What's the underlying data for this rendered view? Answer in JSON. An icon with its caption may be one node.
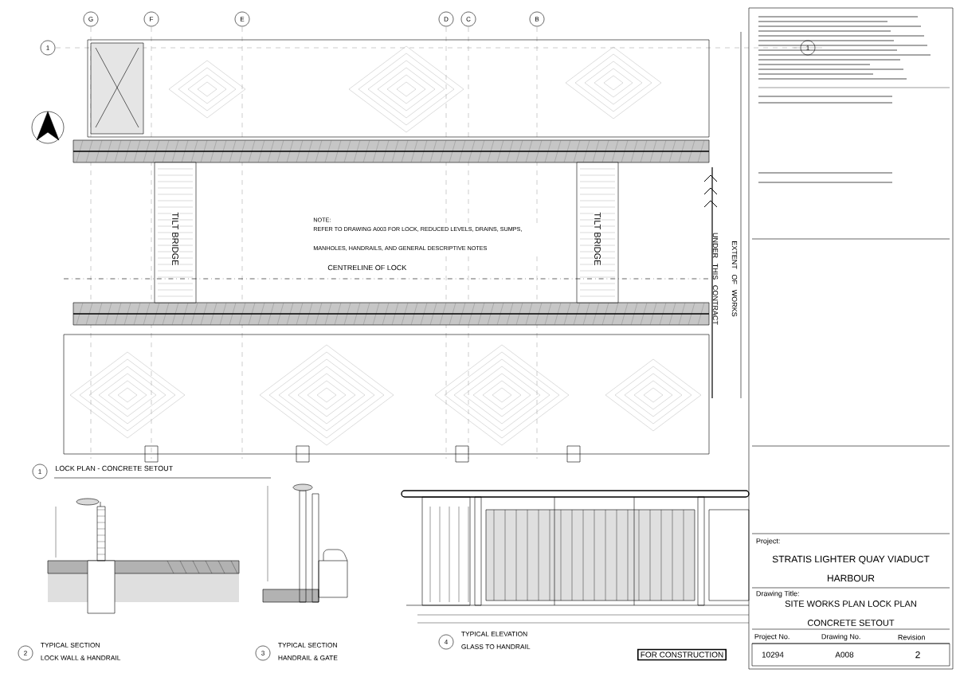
{
  "diagram": {
    "labels": [
      "G",
      "F",
      "E",
      "D",
      "C",
      "B",
      "1",
      "1",
      "NOTE:",
      "REFER TO DRAWING A003 FOR LOCK, REDUCED LEVELS, DRAINS, SUMPS, MANHOLES, HANDRAILS, AND GENERAL DESCRIPTIVE NOTES",
      "CENTRELINE OF LOCK",
      "TILT BRIDGE",
      "TILT BRIDGE",
      "EXTENT OF WORKS UNDER THIS CONTRACT",
      "1",
      "LOCK PLAN - CONCRETE SETOUT",
      "2",
      "TYPICAL SECTION",
      "LOCK WALL & HANDRAIL",
      "3",
      "TYPICAL SECTION",
      "HANDRAIL & GATE",
      "4",
      "TYPICAL ELEVATION",
      "GLASS TO HANDRAIL",
      "Project:",
      "STRATIS LIGHTER QUAY VIADUCT HARBOUR",
      "Drawing Title:",
      "SITE WORKS PLAN LOCK PLAN CONCRETE SETOUT",
      "Project No.",
      "Drawing No.",
      "Revision",
      "FOR CONSTRUCTION",
      "10294",
      "A008",
      "2"
    ]
  }
}
